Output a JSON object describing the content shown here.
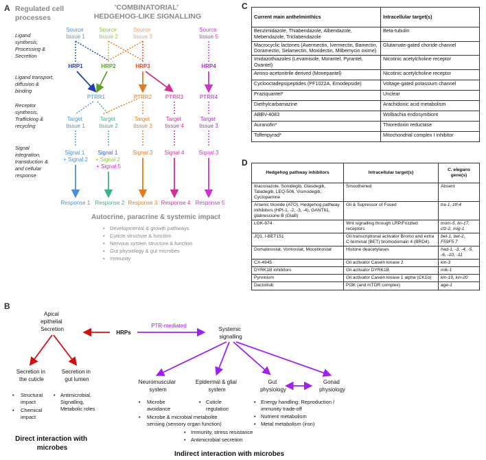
{
  "panelA": {
    "letter": "A",
    "left_title": [
      "Regulated cell",
      "processes"
    ],
    "title": [
      "'COMBINATORIAL'",
      "HEDGEHOG-LIKE SIGNALLING"
    ],
    "row_labels": {
      "ligand": [
        "Ligand",
        "synthesis,",
        "Processing &",
        "Secretion"
      ],
      "transport": [
        "Ligand transport,",
        "diffusion &",
        "binding"
      ],
      "receptor": [
        "Receptor",
        "synthesis,",
        "Trafficking &",
        "recycling"
      ],
      "signal": [
        "Signal",
        "integration,",
        "transduction &",
        "and cellular",
        "response"
      ]
    },
    "sources": [
      {
        "lines": [
          "Source",
          "tissue 1"
        ],
        "color": "#4a90d9"
      },
      {
        "lines": [
          "Source",
          "tissue 2"
        ],
        "color": "#8dc63f"
      },
      {
        "lines": [
          "Source",
          "tissue 3"
        ],
        "color": "#f0a070"
      },
      {
        "lines": [
          "Source",
          "tissue 5"
        ],
        "color": "#cc33cc"
      }
    ],
    "hrps": [
      {
        "label": "HRP1",
        "color": "#1f3fb0"
      },
      {
        "label": "HRP2",
        "color": "#5aa02c"
      },
      {
        "label": "HRP3",
        "color": "#e8401a"
      },
      {
        "label": "HRP4",
        "color": "#a030c8"
      }
    ],
    "ptrs": [
      {
        "label": "PTRR1",
        "color": "#4a90d9"
      },
      {
        "label": "PTRR2",
        "color": "#e07b20"
      },
      {
        "label": "PTRR3",
        "color": "#d03090"
      },
      {
        "label": "PTRR4",
        "color": "#a030c8"
      }
    ],
    "targets": [
      {
        "lines": [
          "Target",
          "tissue 1"
        ],
        "color": "#4a90d9"
      },
      {
        "lines": [
          "Target",
          "tissue 2"
        ],
        "color": "#40b088"
      },
      {
        "lines": [
          "Target",
          "tissue 3"
        ],
        "color": "#e07b20"
      },
      {
        "lines": [
          "Target",
          "tissue 4"
        ],
        "color": "#d03090"
      },
      {
        "lines": [
          "Target",
          "tissue 3"
        ],
        "color": "#a030c8"
      }
    ],
    "signals": [
      {
        "lines": [
          "Signal 1",
          "+ Signal 2"
        ],
        "color": "#4a90d9"
      },
      {
        "lines": [
          "Signal 1",
          "+ Signal 2",
          "+ Signal 5"
        ],
        "color": "#3a5fc0"
      },
      {
        "lines": [
          "Signal 3"
        ],
        "color": "#e07b20"
      },
      {
        "lines": [
          "Signal 4"
        ],
        "color": "#d03090"
      },
      {
        "lines": [
          "Signal 3"
        ],
        "color": "#cc33cc"
      }
    ],
    "responses": [
      {
        "label": "Response 1",
        "color": "#4a90d9"
      },
      {
        "label": "Response 2",
        "color": "#40b088"
      },
      {
        "label": "Response 3",
        "color": "#e07b20"
      },
      {
        "label": "Response 4",
        "color": "#d03090"
      },
      {
        "label": "Response 5",
        "color": "#cc33cc"
      }
    ],
    "impact_title": "Autocrine, paracrine & systemic impact",
    "impact_list": [
      "Developmental & growth pathways",
      "Cuticle structure & function",
      "Nervous system structure & function",
      "Gut physiology & gut microbes",
      "Immunity"
    ]
  },
  "panelB": {
    "letter": "B",
    "apical": [
      "Apical",
      "epithelial",
      "Secretion"
    ],
    "hrps": "HRPs",
    "ptr_mediated": "PTR-mediated",
    "systemic": [
      "Systemic",
      "signalling"
    ],
    "cuticle": [
      "Secretion in",
      "the cuticle"
    ],
    "lumen": [
      "Secretion in",
      "gut lumen"
    ],
    "cuticle_items": [
      [
        "Structural",
        "impact"
      ],
      [
        "Chemical",
        "impact"
      ]
    ],
    "lumen_items": [
      [
        "Antimicrobial,"
      ],
      [
        "Signalling,"
      ],
      [
        "Metabolic roles"
      ]
    ],
    "neuro": [
      "Neuromuscular",
      "system"
    ],
    "epidermal": [
      "Epidermal & glial",
      "system"
    ],
    "gut": [
      "Gut",
      "physiology"
    ],
    "gonad": [
      "Gonad",
      "physiology"
    ],
    "neuro_items": [
      [
        "Microbe",
        "avoidance"
      ],
      [
        "Microbe & microbial metabolite",
        "sensing (sensory organ function)"
      ]
    ],
    "epidermal_items": [
      [
        "Cuticle",
        "regulation"
      ]
    ],
    "gut_items": [
      [
        "Energy handling: Reproduction /",
        "immunity trade-off"
      ],
      [
        "Nutrient metabolism"
      ],
      [
        "Metal metabolism (iron)"
      ]
    ],
    "bottom_items": [
      [
        "Immunity, stress resistance"
      ],
      [
        "Antimicrobial secretion"
      ]
    ],
    "direct": [
      "Direct interaction with",
      "microbes"
    ],
    "indirect": "Indirect interaction with microbes",
    "colors": {
      "red": "#d01010",
      "purple": "#a020f0"
    }
  },
  "panelC": {
    "letter": "C",
    "headers": [
      "Current main anthelminthics",
      "Intracellular target(s)"
    ],
    "rows": [
      [
        "Benzimidazole, Thiabendazole, Albendazole, Mebendazole, Triclabendazole",
        "Beta-tubulin"
      ],
      [
        "Macrocyclic lactones (Avermectin, Ivermectin, Bamectin, Doramectin, Selamectin, Moxidectin, Milbemycin oxime)",
        "Glutamate-gated choride channel"
      ],
      [
        "Imidazothiazoles (Levamisole, Morantel, Pyrantel, Oxantel)",
        "Nicotinic acetylcholine receptor"
      ],
      [
        "Amino-acetonitrile derived (Monepantel)",
        "Nicotinic acetylcholine receptor"
      ],
      [
        "Cyclooctadepsipeptides (PF1022A, Emodepside)",
        "Voltage-gated potassium channel"
      ],
      [
        "Praziquantel*",
        "Unclear"
      ],
      [
        "Diethylcarbamazine",
        "Arachidonic acid metabolism"
      ],
      [
        "ABBV-4083",
        "Wolbachia endosymbiont"
      ],
      [
        "Auranofin*",
        "Thioredoxin reductase"
      ],
      [
        "Tolfenpyrad*",
        "Mitochondrial complex I inhibitor"
      ]
    ]
  },
  "panelD": {
    "letter": "D",
    "headers": [
      "Hedgehog pathway inhibitors",
      "Intracellular target(s)",
      "C. elegans",
      "gene(s)"
    ],
    "rows": [
      [
        "Itraconazole, Sonidegib, Glasdegib, Taladegib, LEQ-506, Vismodegib, Cyclopamine",
        "Smoothened",
        "Absent"
      ],
      [
        "Arsenic trioxide (ATO), Hedgehog pathway inihibitors (HPI-1, -2, -3, -4), GANT61, glabrescione B (GlaB)",
        "Gli & Supressor of Fused",
        "tra-1, ztf-4"
      ],
      [
        "LGK-974",
        "Wnt signalling through LRP/Frizzled receptors",
        "mom-5, lin-17, cfz-2, mig-1"
      ],
      [
        "JQ1, I-BET151",
        "Gli transcriptional activator Bromo and extra C-terminal (BET) bromodomain 4 (BRD4).",
        "bet-1, bet-2, F59F5.7"
      ],
      [
        "Domatinostat, Vorinostat, Mocetinostat",
        "Histone deacetylases",
        "had-1, -3, -4, -5, -6, -10, -11"
      ],
      [
        "CX-4945",
        "Gli activator Casein kinase 2",
        "kin-3"
      ],
      [
        "DYRK1B inhibitors",
        "Gli activator DYRK1B",
        "mlk-1"
      ],
      [
        "Pyrvinium",
        "Gli activator Casein kinase 1 alpha (CK1α)",
        "kin-19, kin-20"
      ],
      [
        "Dactolisib",
        "PI3K (and mTOR complex)",
        "age-1"
      ]
    ]
  }
}
